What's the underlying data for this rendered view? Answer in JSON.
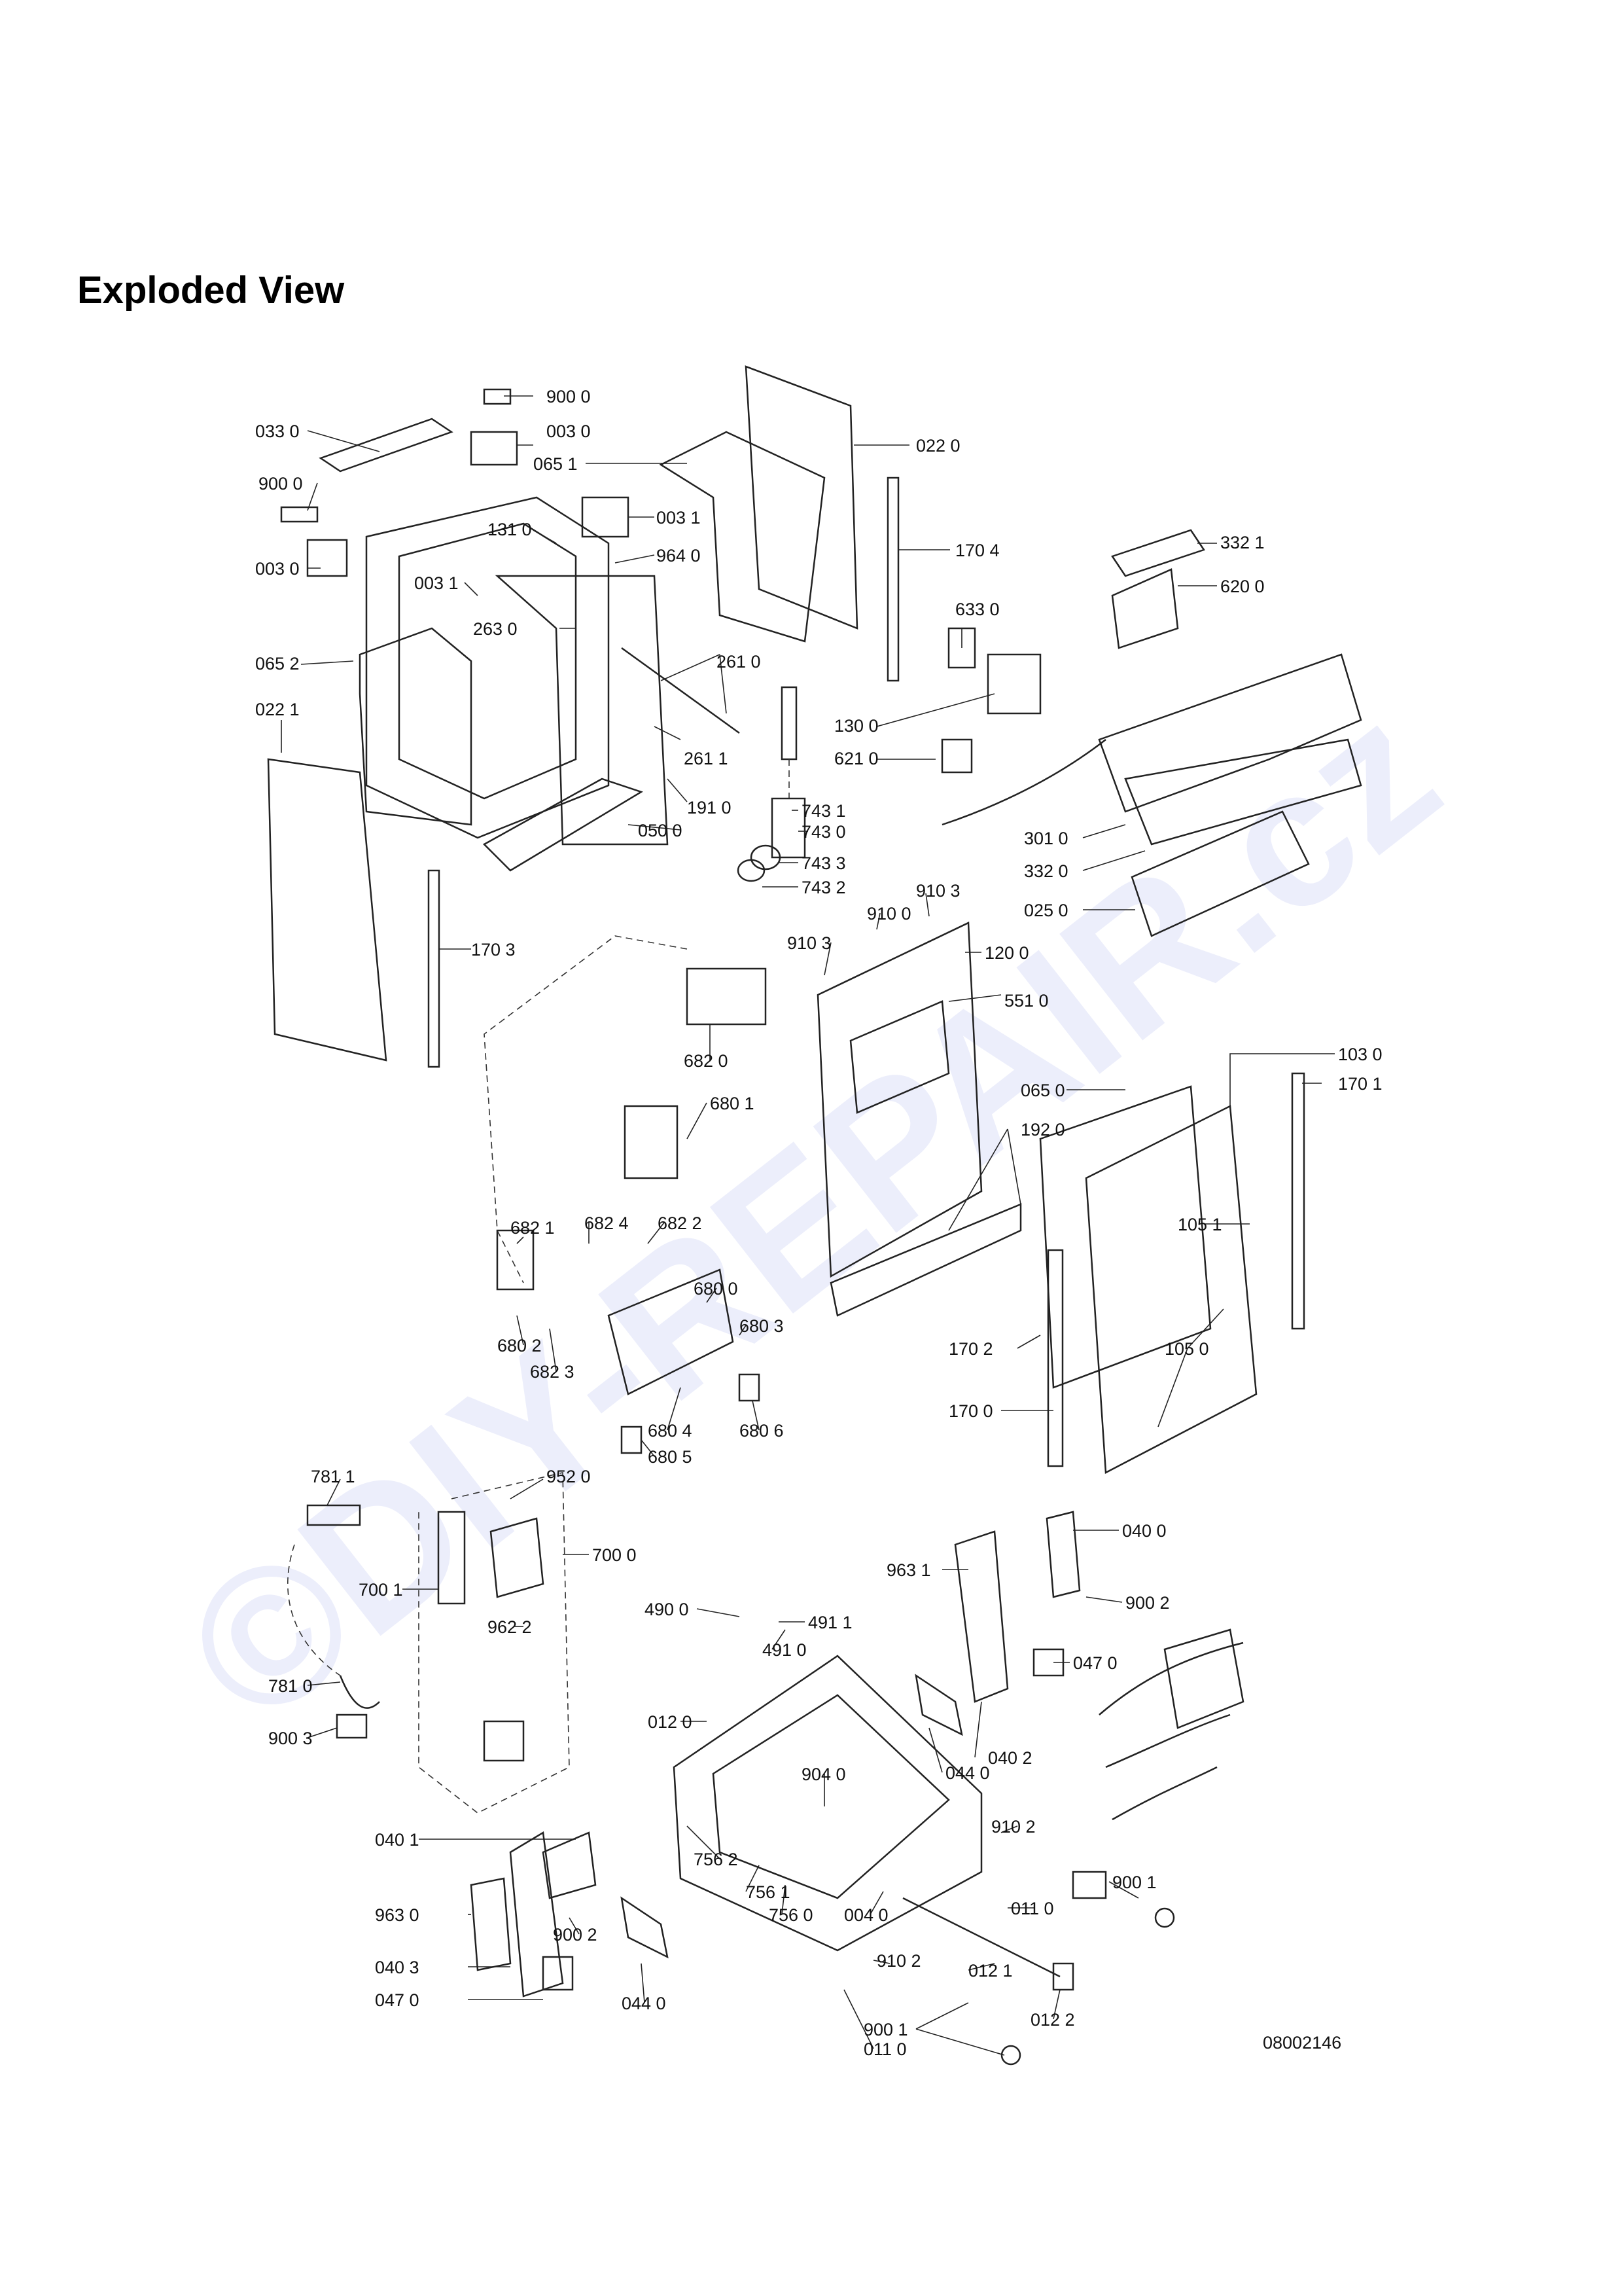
{
  "page": {
    "title": "Exploded View",
    "document_code": "08002146",
    "watermark": "©DIY-REPAIR.cz"
  },
  "labels": [
    {
      "id": "9000a",
      "text": "900 0"
    },
    {
      "id": "0330",
      "text": "033 0"
    },
    {
      "id": "0030a",
      "text": "003 0"
    },
    {
      "id": "0651",
      "text": "065 1"
    },
    {
      "id": "0220",
      "text": "022 0"
    },
    {
      "id": "9000b",
      "text": "900 0"
    },
    {
      "id": "1310",
      "text": "131 0"
    },
    {
      "id": "0031a",
      "text": "003 1"
    },
    {
      "id": "1704",
      "text": "170 4"
    },
    {
      "id": "3321",
      "text": "332 1"
    },
    {
      "id": "0030b",
      "text": "003 0"
    },
    {
      "id": "9640",
      "text": "964 0"
    },
    {
      "id": "0031b",
      "text": "003 1"
    },
    {
      "id": "6200",
      "text": "620 0"
    },
    {
      "id": "6330",
      "text": "633 0"
    },
    {
      "id": "2630",
      "text": "263 0"
    },
    {
      "id": "2610",
      "text": "261 0"
    },
    {
      "id": "0652",
      "text": "065 2"
    },
    {
      "id": "0221",
      "text": "022 1"
    },
    {
      "id": "1300",
      "text": "130 0"
    },
    {
      "id": "2611",
      "text": "261 1"
    },
    {
      "id": "6210",
      "text": "621 0"
    },
    {
      "id": "1910",
      "text": "191 0"
    },
    {
      "id": "7431",
      "text": "743 1"
    },
    {
      "id": "7430",
      "text": "743 0"
    },
    {
      "id": "3010",
      "text": "301 0"
    },
    {
      "id": "0500",
      "text": "050 0"
    },
    {
      "id": "7433",
      "text": "743 3"
    },
    {
      "id": "3320",
      "text": "332 0"
    },
    {
      "id": "7432",
      "text": "743 2"
    },
    {
      "id": "9103a",
      "text": "910 3"
    },
    {
      "id": "9100",
      "text": "910 0"
    },
    {
      "id": "0250",
      "text": "025 0"
    },
    {
      "id": "9103b",
      "text": "910 3"
    },
    {
      "id": "1703",
      "text": "170 3"
    },
    {
      "id": "1200",
      "text": "120 0"
    },
    {
      "id": "5510",
      "text": "551 0"
    },
    {
      "id": "6820",
      "text": "682 0"
    },
    {
      "id": "1030",
      "text": "103 0"
    },
    {
      "id": "0650",
      "text": "065 0"
    },
    {
      "id": "1701",
      "text": "170 1"
    },
    {
      "id": "6801",
      "text": "680 1"
    },
    {
      "id": "1920",
      "text": "192 0"
    },
    {
      "id": "1051",
      "text": "105 1"
    },
    {
      "id": "6821",
      "text": "682 1"
    },
    {
      "id": "6824",
      "text": "682 4"
    },
    {
      "id": "6822",
      "text": "682 2"
    },
    {
      "id": "6800",
      "text": "680 0"
    },
    {
      "id": "6803",
      "text": "680 3"
    },
    {
      "id": "1702",
      "text": "170 2"
    },
    {
      "id": "1050",
      "text": "105 0"
    },
    {
      "id": "6802",
      "text": "680 2"
    },
    {
      "id": "6823",
      "text": "682 3"
    },
    {
      "id": "1700",
      "text": "170 0"
    },
    {
      "id": "6804",
      "text": "680 4"
    },
    {
      "id": "6806",
      "text": "680 6"
    },
    {
      "id": "6805",
      "text": "680 5"
    },
    {
      "id": "7811a",
      "text": "781 1"
    },
    {
      "id": "9520",
      "text": "952 0"
    },
    {
      "id": "7000",
      "text": "700 0"
    },
    {
      "id": "0400",
      "text": "040 0"
    },
    {
      "id": "9631",
      "text": "963 1"
    },
    {
      "id": "7001",
      "text": "700 1"
    },
    {
      "id": "9002a",
      "text": "900 2"
    },
    {
      "id": "4900",
      "text": "490 0"
    },
    {
      "id": "4911",
      "text": "491 1"
    },
    {
      "id": "9622",
      "text": "962 2"
    },
    {
      "id": "0470a",
      "text": "047 0"
    },
    {
      "id": "7810",
      "text": "781 0"
    },
    {
      "id": "4910",
      "text": "491 0"
    },
    {
      "id": "0120",
      "text": "012 0"
    },
    {
      "id": "9003",
      "text": "900 3"
    },
    {
      "id": "0402",
      "text": "040 2"
    },
    {
      "id": "0440a",
      "text": "044 0"
    },
    {
      "id": "9040",
      "text": "904 0"
    },
    {
      "id": "9102a",
      "text": "910 2"
    },
    {
      "id": "0401",
      "text": "040 1"
    },
    {
      "id": "7562",
      "text": "756 2"
    },
    {
      "id": "7561",
      "text": "756 1"
    },
    {
      "id": "9001a",
      "text": "900 1"
    },
    {
      "id": "0110a",
      "text": "011 0"
    },
    {
      "id": "7560",
      "text": "756 0"
    },
    {
      "id": "9630",
      "text": "963 0"
    },
    {
      "id": "0040",
      "text": "004 0"
    },
    {
      "id": "9002b",
      "text": "900 2"
    },
    {
      "id": "9102b",
      "text": "910 2"
    },
    {
      "id": "0121",
      "text": "012 1"
    },
    {
      "id": "0403",
      "text": "040 3"
    },
    {
      "id": "0122",
      "text": "012 2"
    },
    {
      "id": "0470b",
      "text": "047 0"
    },
    {
      "id": "0440b",
      "text": "044 0"
    },
    {
      "id": "9001b",
      "text": "900 1"
    },
    {
      "id": "0110b",
      "text": "011 0"
    }
  ]
}
